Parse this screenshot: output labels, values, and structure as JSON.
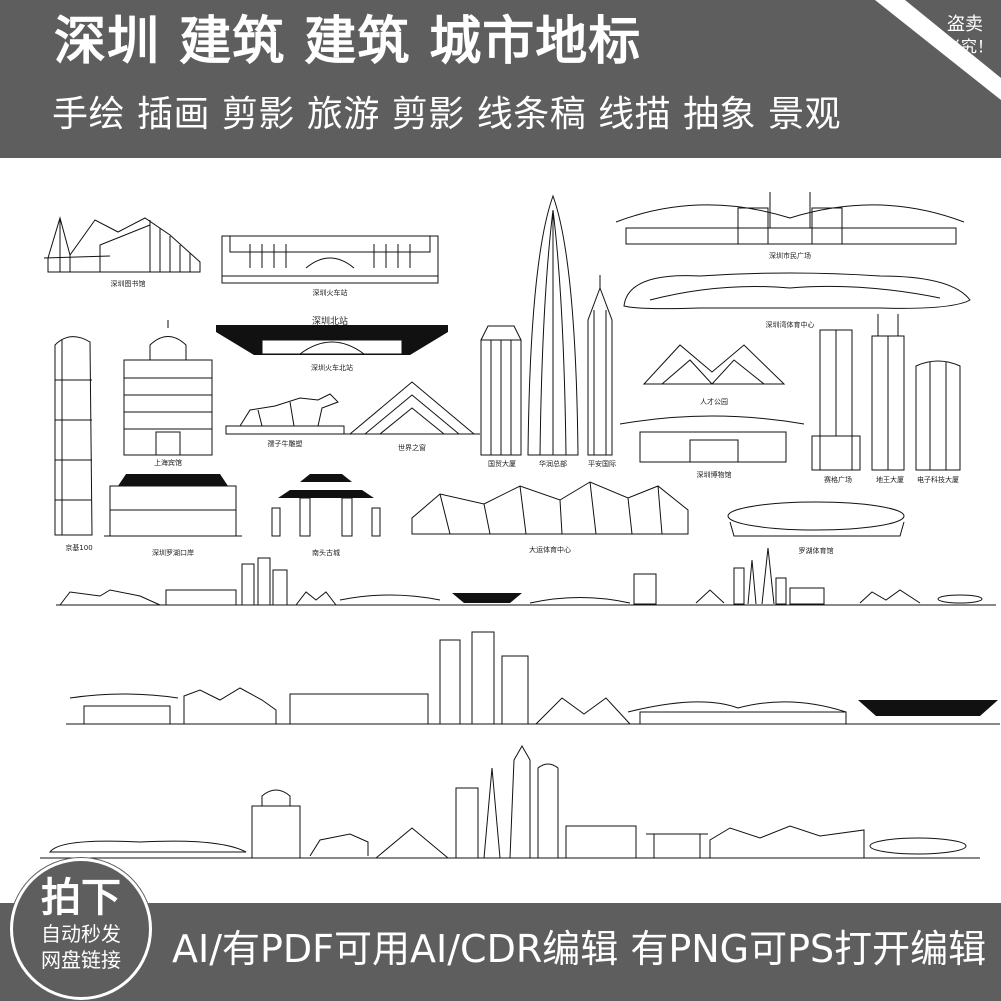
{
  "header": {
    "title": "深圳 建筑 建筑 城市地标",
    "subtitle": "手绘 插画 剪影 旅游 剪影 线条稿 线描 抽象 景观",
    "corner_line1": "盗卖",
    "corner_line2": "必究！"
  },
  "landmarks": {
    "library": "深圳图书馆",
    "railway_station": "深圳火车站",
    "north_station": "深圳火车北站",
    "north_station_sign": "深圳北站",
    "kingkey": "京基100",
    "shanghai_hotel": "上海宾馆",
    "bull_statue": "孺子牛雕塑",
    "window_world": "世界之窗",
    "guomao": "国贸大厦",
    "china_resources": "华润总部",
    "ping_an": "平安国际",
    "civic_center": "深圳市民广场",
    "bay_sports": "深圳湾体育中心",
    "talent_park": "人才公园",
    "museum": "深圳博物馆",
    "seg_plaza": "赛格广场",
    "diwang": "地王大厦",
    "tech_tower": "电子科技大厦",
    "luohu_port": "深圳罗湖口岸",
    "nantou": "南头古城",
    "universiade": "大运体育中心",
    "luohu_stadium": "罗湖体育馆"
  },
  "footer": {
    "badge_main": "拍下",
    "badge_line1": "自动秒发",
    "badge_line2": "网盘链接",
    "text": "AI/有PDF可用AI/CDR编辑  有PNG可PS打开编辑"
  },
  "colors": {
    "banner": "#5e5e5e",
    "text_on_banner": "#ffffff",
    "line_art": "#111111"
  }
}
